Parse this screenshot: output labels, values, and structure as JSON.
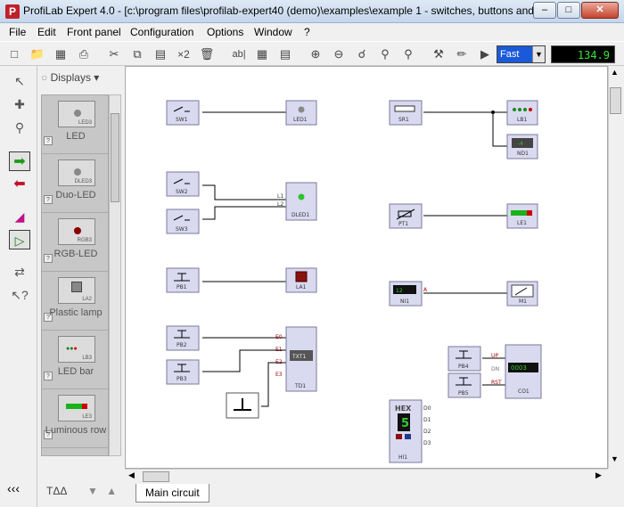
{
  "window": {
    "title": "ProfiLab Expert 4.0 - [c:\\program files\\profilab-expert40 (demo)\\examples\\example 1 - switches, buttons and ...",
    "app_icon_letter": "P",
    "min_glyph": "–",
    "max_glyph": "□",
    "close_glyph": "✕"
  },
  "menu": {
    "items": [
      "File",
      "Edit",
      "Front panel",
      "Configuration",
      "Options",
      "Window",
      "?"
    ]
  },
  "toolbar": {
    "x2_label": "×2",
    "ab_label": "ab|",
    "speed": "Fast",
    "frequency": "134.9 kHz"
  },
  "library": {
    "header": "Displays",
    "items": [
      {
        "label": "LED",
        "symbol": "LED3"
      },
      {
        "label": "Duo-LED",
        "symbol": "DLED3"
      },
      {
        "label": "RGB-LED",
        "symbol": "RGB3"
      },
      {
        "label": "Plastic lamp",
        "symbol": "LA2"
      },
      {
        "label": "LED bar",
        "symbol": "LB3"
      },
      {
        "label": "Luminous row",
        "symbol": "LE3"
      }
    ],
    "bottom_tool": "TΔΔ",
    "more_glyph": "‹‹‹"
  },
  "canvas": {
    "components": [
      {
        "id": "SW1",
        "kind": "switch"
      },
      {
        "id": "LED1",
        "kind": "led"
      },
      {
        "id": "SW2",
        "kind": "switch"
      },
      {
        "id": "SW3",
        "kind": "switch"
      },
      {
        "id": "DLED1",
        "kind": "duo-led",
        "pins": [
          "L1",
          "L2"
        ]
      },
      {
        "id": "PB1",
        "kind": "button"
      },
      {
        "id": "LA1",
        "kind": "lamp"
      },
      {
        "id": "PB2",
        "kind": "button"
      },
      {
        "id": "PB3",
        "kind": "button"
      },
      {
        "id": "TD1",
        "kind": "text-display",
        "display": "TXT1",
        "pins": [
          "E0",
          "E1",
          "E2",
          "E3"
        ]
      },
      {
        "id": "SR1",
        "kind": "slider"
      },
      {
        "id": "LB1",
        "kind": "led-bar"
      },
      {
        "id": "ND1",
        "kind": "numeric-display",
        "display": "-4"
      },
      {
        "id": "PT1",
        "kind": "potentiometer"
      },
      {
        "id": "LE1",
        "kind": "luminous-row"
      },
      {
        "id": "NI1",
        "kind": "numeric-input",
        "display": "12",
        "pins": [
          "A"
        ]
      },
      {
        "id": "M1",
        "kind": "meter"
      },
      {
        "id": "PB4",
        "kind": "button"
      },
      {
        "id": "PB5",
        "kind": "button"
      },
      {
        "id": "CO1",
        "kind": "counter",
        "display": "0003",
        "pins": [
          "UP",
          "DN",
          "RST"
        ]
      },
      {
        "id": "HI1",
        "kind": "hex-switch",
        "display": "HEX",
        "digit": "5",
        "pins": [
          "D0",
          "D1",
          "D2",
          "D3"
        ]
      }
    ]
  },
  "tabs": [
    {
      "label": "Main circuit"
    }
  ]
}
